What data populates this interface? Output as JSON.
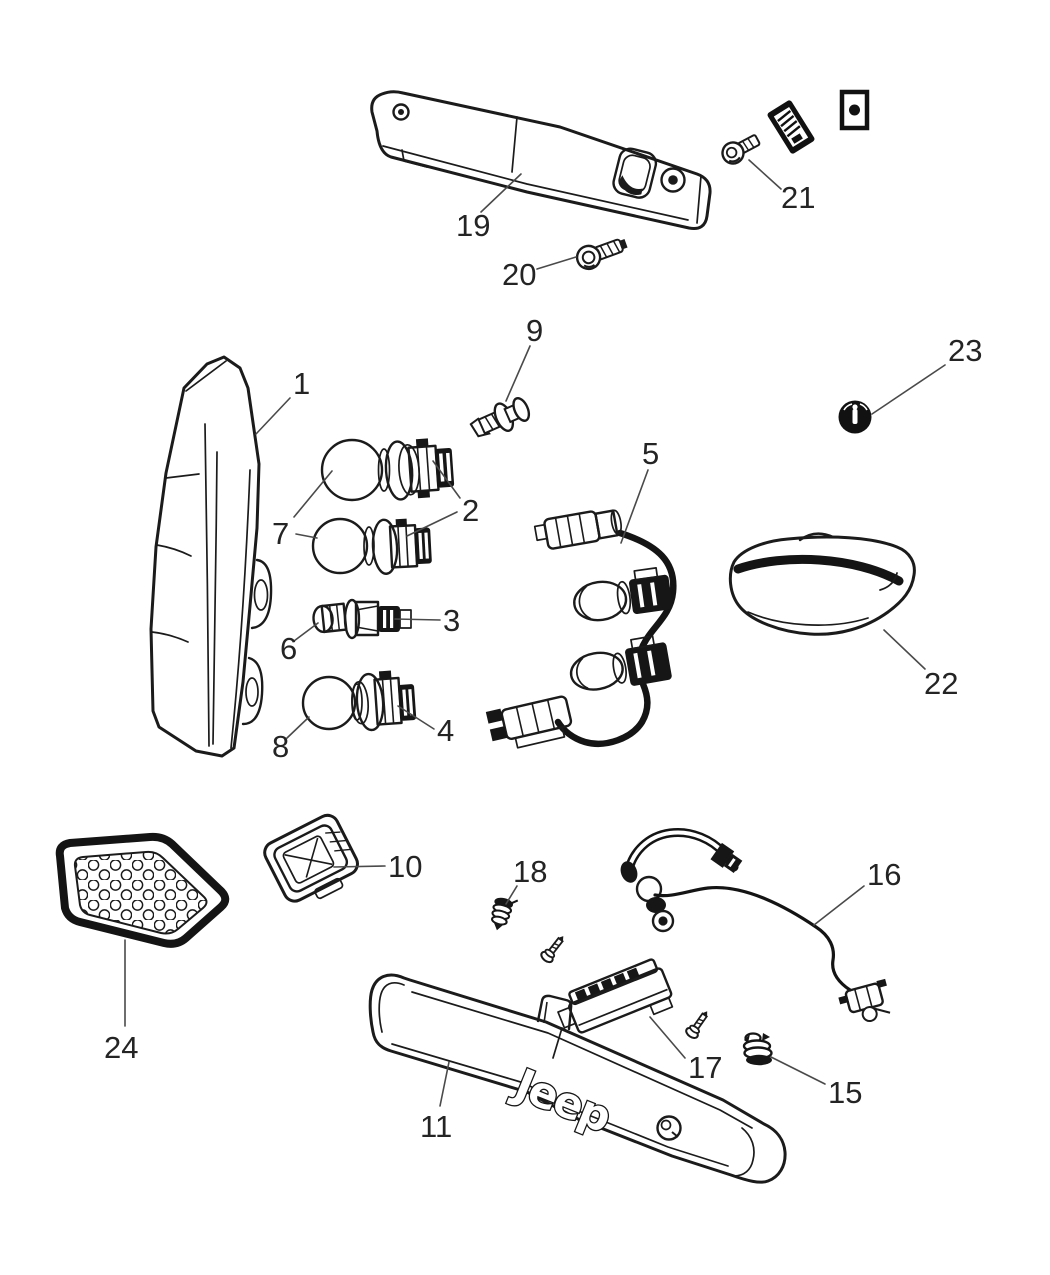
{
  "labels": {
    "n1": "1",
    "n2": "2",
    "n3": "3",
    "n4": "4",
    "n5": "5",
    "n6": "6",
    "n7": "7",
    "n8": "8",
    "n9": "9",
    "n10": "10",
    "n11": "11",
    "n15": "15",
    "n16": "16",
    "n17": "17",
    "n18": "18",
    "n19": "19",
    "n20": "20",
    "n21": "21",
    "n22": "22",
    "n23": "23",
    "n24": "24"
  },
  "logo": {
    "text": "Jeep"
  },
  "colors": {
    "background": "#ffffff",
    "line": "#1b1b1b",
    "label": "#242424"
  }
}
